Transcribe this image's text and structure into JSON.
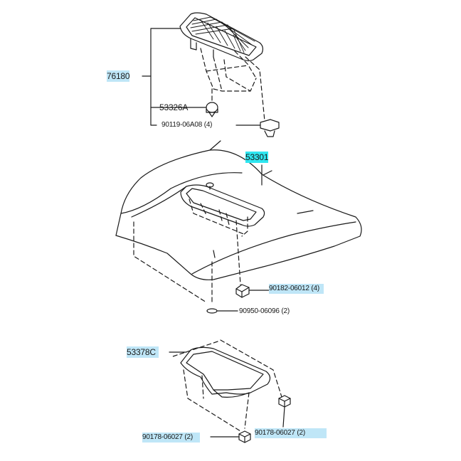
{
  "diagram": {
    "highlight_colors": {
      "light_blue": "#bfe6f7",
      "cyan": "#2fe6f0"
    },
    "parts": [
      {
        "id": "scoop",
        "part_no": "76180",
        "highlight": "light_blue"
      },
      {
        "id": "scoop-clip",
        "part_no": "53326A",
        "highlight": "none"
      },
      {
        "id": "scoop-screw",
        "part_no": "90119-06A08 (4)",
        "highlight": "none"
      },
      {
        "id": "hood",
        "part_no": "53301",
        "highlight": "cyan"
      },
      {
        "id": "hood-nut",
        "part_no": "90182-06012 (4)",
        "highlight": "light_blue"
      },
      {
        "id": "hood-seal",
        "part_no": "90950-06096 (2)",
        "highlight": "none"
      },
      {
        "id": "insulator",
        "part_no": "53378C",
        "highlight": "light_blue"
      },
      {
        "id": "clip-left",
        "part_no": "90178-06027 (2)",
        "highlight": "light_blue"
      },
      {
        "id": "clip-right",
        "part_no": "90178-06027 (2)",
        "highlight": "light_blue"
      }
    ]
  }
}
